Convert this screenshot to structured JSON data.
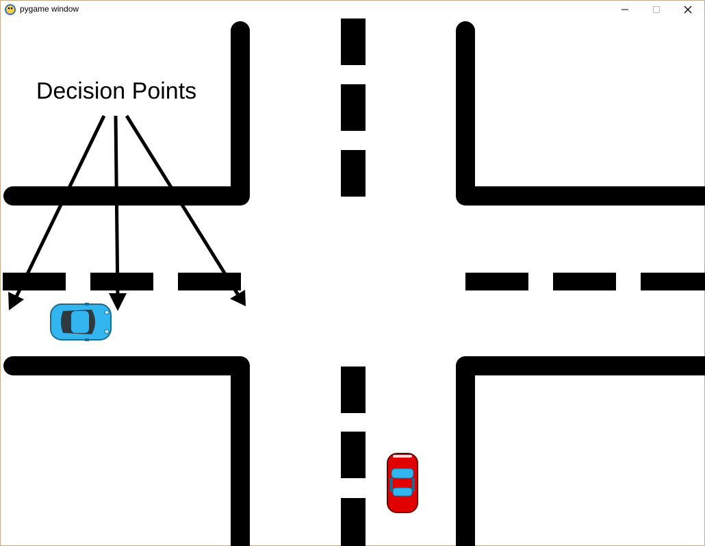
{
  "window": {
    "title": "pygame window",
    "icon": "pygame-snake-icon",
    "controls": [
      "minimize-icon",
      "maximize-icon",
      "close-icon"
    ]
  },
  "scene": {
    "background": "#ffffff",
    "road_line_color": "#000000",
    "label": "Decision Points",
    "cars": [
      {
        "name": "blue-car",
        "color": "#33b5f0",
        "heading": "right"
      },
      {
        "name": "red-car",
        "color": "#e00000",
        "heading": "up"
      }
    ]
  }
}
